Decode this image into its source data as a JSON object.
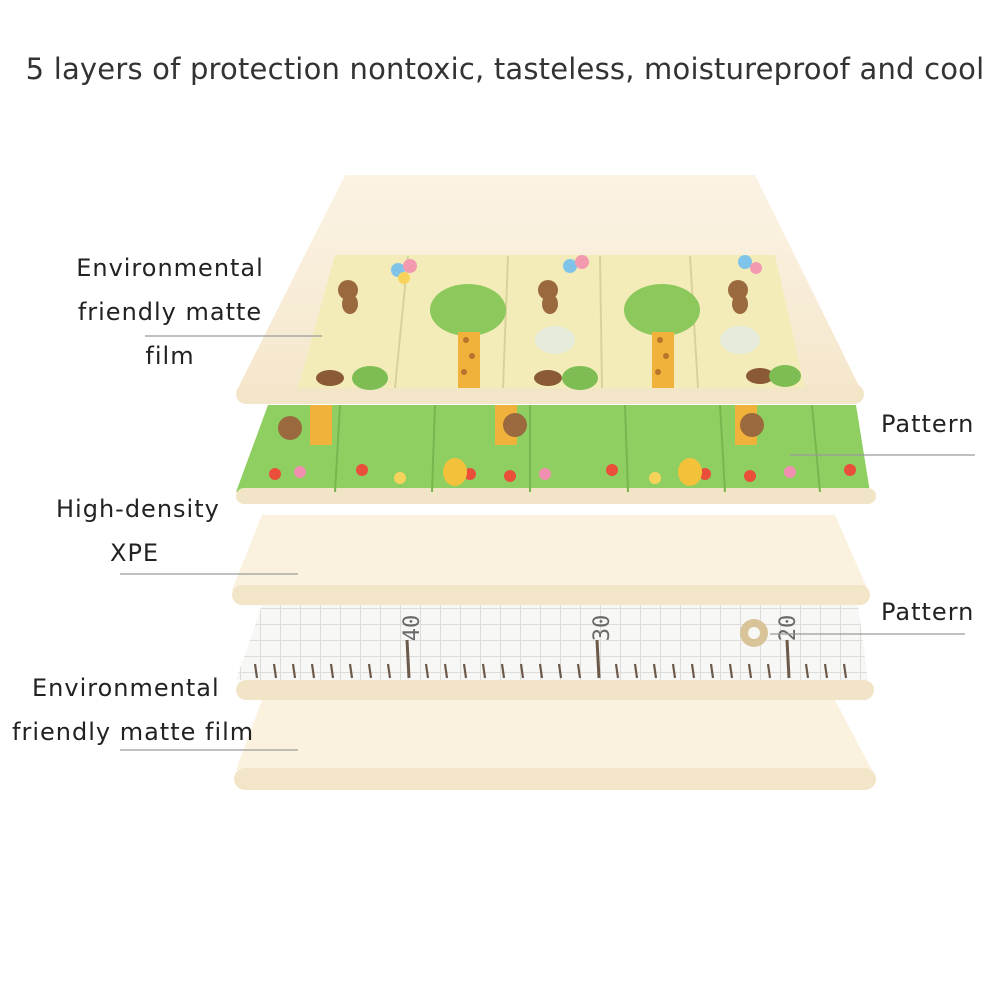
{
  "heading": "5 layers of protection nontoxic, tasteless, moistureproof and cool",
  "labels": {
    "top_film": {
      "line1": "Environmental",
      "line2": "friendly matte film"
    },
    "top_pattern": "Pattern",
    "xpe": {
      "line1": "High-density",
      "line2": "XPE"
    },
    "bottom_pattern": "Pattern",
    "bottom_film": {
      "line1": "Environmental",
      "line2": "friendly matte film"
    }
  },
  "ruler": {
    "numbers": [
      "40",
      "30",
      "20"
    ]
  },
  "colors": {
    "film": "#f8ecd6",
    "film_edge": "#f1e1c3",
    "pattern_top_bg": "#f2ecb8",
    "pattern_green_bg": "#8fcf62",
    "ruler_bg": "#f4f4f2",
    "leader_line": "#9a9a9a"
  },
  "icons": [
    "monkey-icon",
    "tree-icon",
    "giraffe-icon",
    "flower-icon",
    "hedgehog-icon",
    "cloud-icon",
    "balloon-icon",
    "ring-icon"
  ]
}
